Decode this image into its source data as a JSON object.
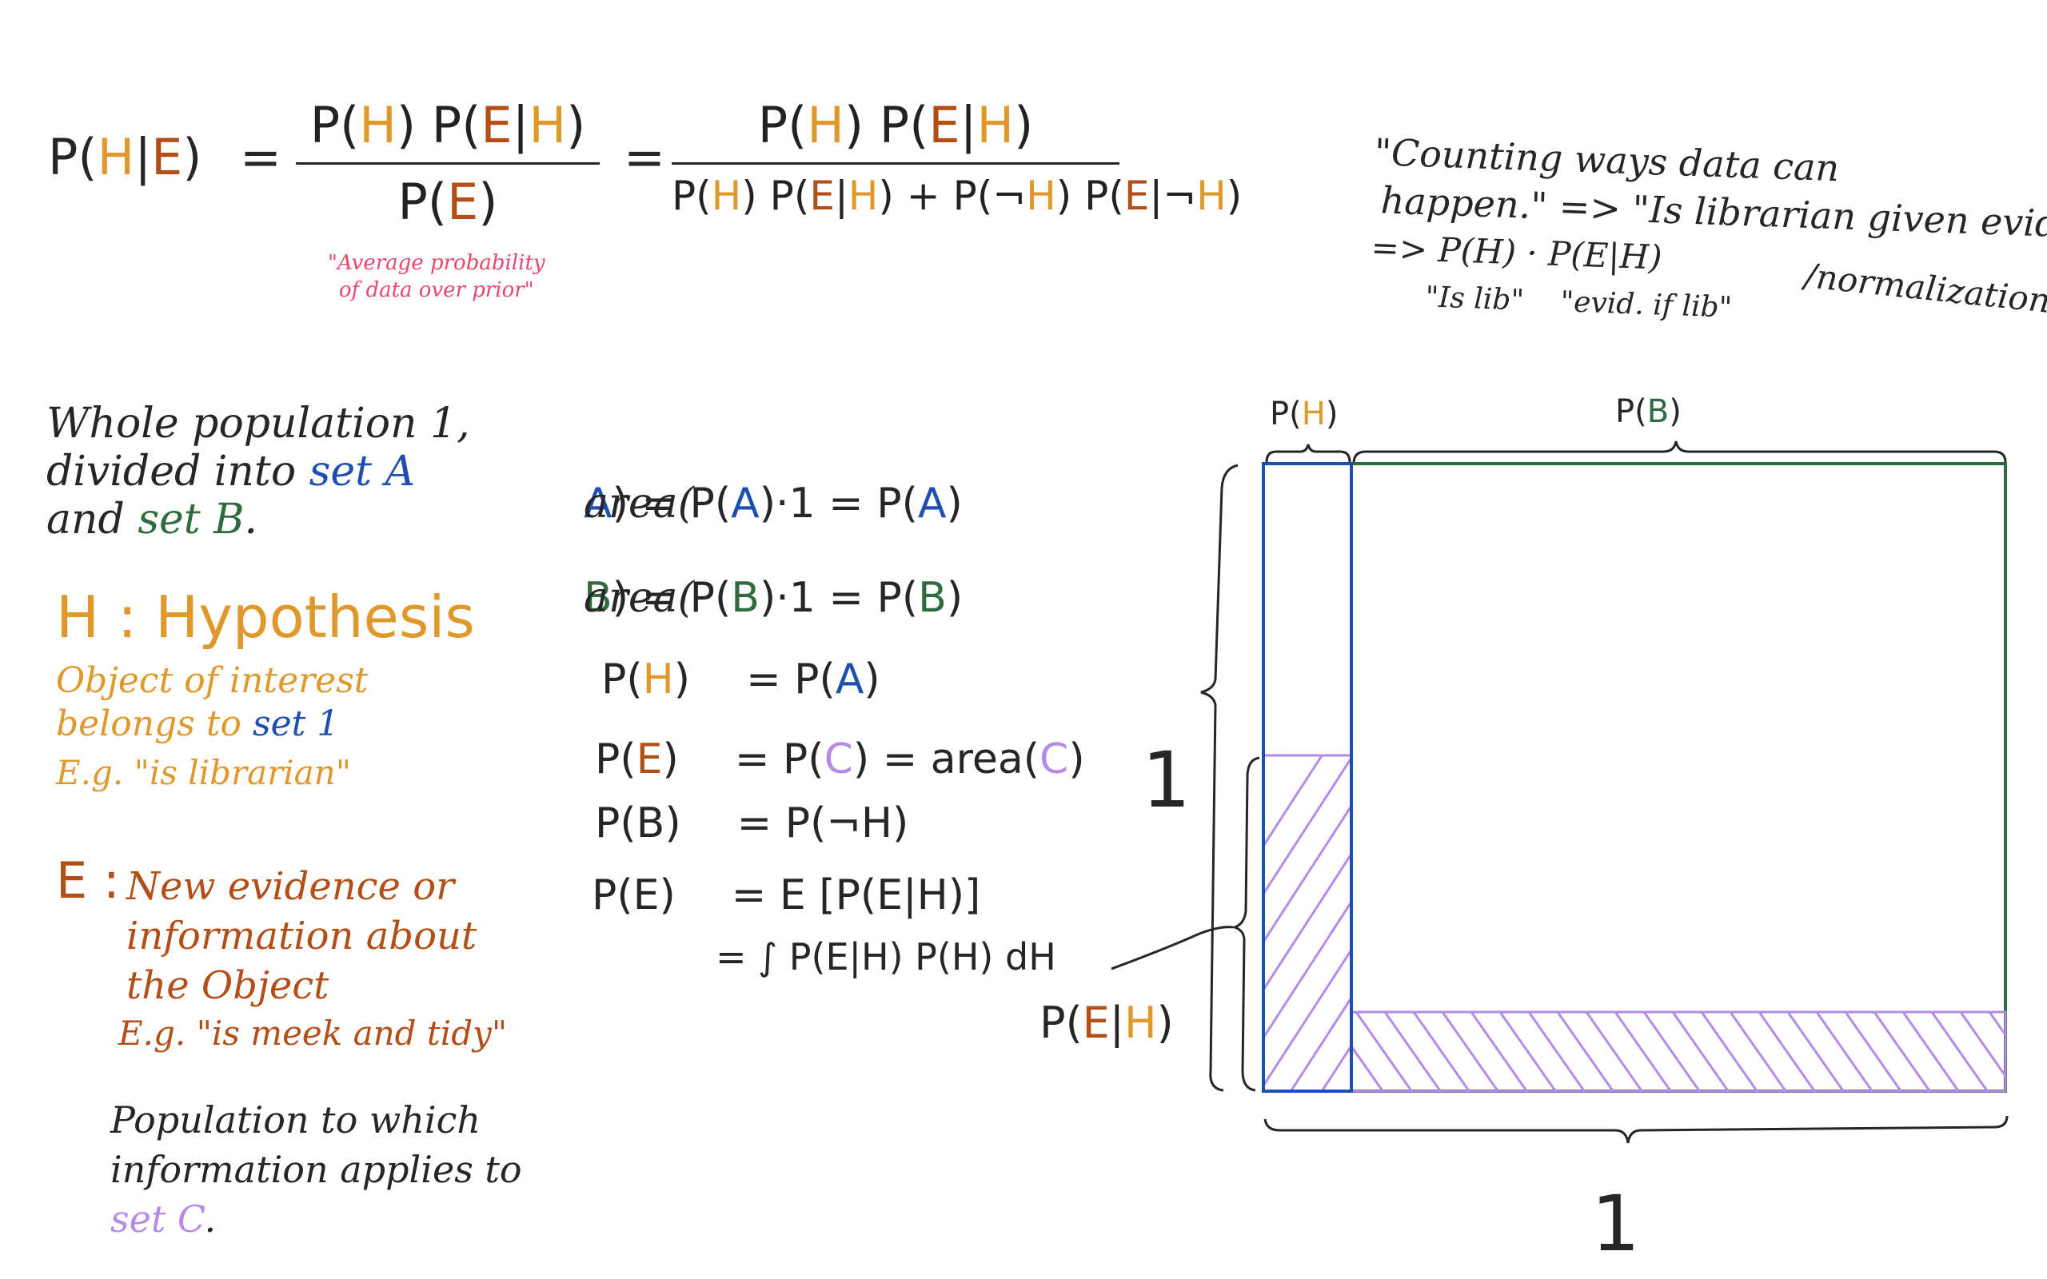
{
  "formula": {
    "lhs": {
      "p": "P(",
      "h": "H",
      "bar": "|",
      "e": "E",
      "close": ")"
    },
    "eq": "=",
    "frac1": {
      "num": {
        "p1": "P(",
        "h1": "H",
        "c1": ") P(",
        "e1": "E",
        "bar": "|",
        "h2": "H",
        "c2": ")"
      },
      "den": {
        "p": "P(",
        "e": "E",
        "c": ")"
      }
    },
    "frac2": {
      "num": {
        "p1": "P(",
        "h1": "H",
        "c1": ") P(",
        "e1": "E",
        "bar": "|",
        "h2": "H",
        "c2": ")"
      },
      "den": {
        "a": "P(",
        "b": "H",
        "c": ") P(",
        "d": "E",
        "e": "|",
        "f": "H",
        "g": ") + P(¬",
        "h": "H",
        "i": ") P(",
        "j": "E",
        "k": "|¬",
        "l": "H",
        "m": ")"
      }
    }
  },
  "annotation": {
    "line1": "\"Average probability",
    "line2": "of data over prior\""
  },
  "quote": {
    "line1": "\"Counting ways data can",
    "line2": "happen.\" => \"Is librarian given evid.\"",
    "line3": "=> P(H) · P(E|H)",
    "line4_a": "\"Is lib\"",
    "line4_b": "\"evid. if lib\"",
    "normalization": "/normalization"
  },
  "left": {
    "population": {
      "line1": "Whole population 1,",
      "line2_a": "divided into ",
      "line2_b": "set A",
      "line3_a": "and ",
      "line3_b": "set B",
      "line3_c": "."
    },
    "hypothesis": {
      "title": "H : Hypothesis",
      "desc_line1": "Object of interest",
      "desc_line2_a": "belongs to ",
      "desc_line2_b": "set 1",
      "example": "E.g. \"is librarian\""
    },
    "evidence": {
      "title": "E :",
      "desc_line1": "New evidence or",
      "desc_line2": "information about",
      "desc_line3": "the Object",
      "example": "E.g. \"is meek and tidy\""
    },
    "population_c": {
      "line1": "Population to which",
      "line2": "information applies to",
      "line3_a": "set C",
      "line3_b": "."
    }
  },
  "equations": {
    "row1": {
      "a": "area(",
      "b": "A",
      "c": ") = P(",
      "d": "A",
      "e": ")·1 = P(",
      "f": "A",
      "g": ")"
    },
    "row2": {
      "a": "area(",
      "b": "B",
      "c": ") = P(",
      "d": "B",
      "e": ")·1 = P(",
      "f": "B",
      "g": ")"
    },
    "row3": {
      "a": "P(",
      "b": "H",
      "c": ")",
      "d": "= P(",
      "e": "A",
      "f": ")"
    },
    "row4": {
      "a": "P(",
      "b": "E",
      "c": ")",
      "d": "= P(",
      "e": "C",
      "f": ") = area(",
      "g": "C",
      "h": ")"
    },
    "row5": {
      "a": "P(B)",
      "b": "= P(¬H)"
    },
    "row6": {
      "a": "P(E)",
      "b": "= E [P(E|H)]"
    },
    "row7": {
      "a": "= ∫ P(E|H) P(H) dH"
    }
  },
  "diagram": {
    "label_ph": {
      "p": "P(",
      "h": "H",
      "c": ")"
    },
    "label_pb": {
      "p": "P(",
      "b": "B",
      "c": ")"
    },
    "label_one_left": "1",
    "label_one_bottom": "1",
    "label_peh": {
      "p": "P(",
      "e": "E",
      "bar": "|",
      "h": "H",
      "c": ")"
    }
  },
  "colors": {
    "ink": "#262626",
    "hypothesis": "#e0982a",
    "evidence": "#b34e17",
    "set_a": "#1c4fb0",
    "set_b": "#2e6b3f",
    "set_c": "#b58ae8",
    "annotation": "#e8466b"
  }
}
